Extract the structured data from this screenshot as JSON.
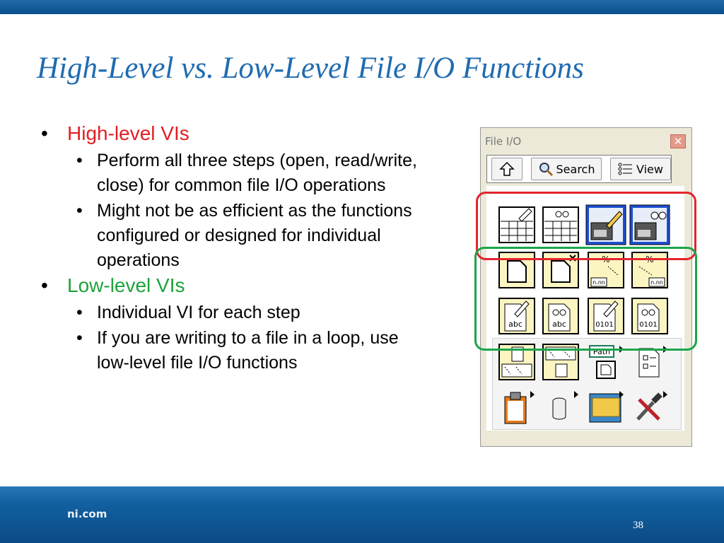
{
  "slide": {
    "title": "High-Level vs. Low-Level File I/O Functions",
    "footer_logo": "ni.com",
    "page_number": "38"
  },
  "bullets": [
    {
      "label": "High-level VIs",
      "color": "#e31e24",
      "sub": [
        "Perform all three steps (open, read/write, close) for common file I/O operations",
        "Might not be as efficient as the functions configured or designed for individual operations"
      ]
    },
    {
      "label": "Low-level VIs",
      "color": "#1fa23a",
      "sub": [
        "Individual VI for each step",
        "If you are writing to a file in a loop, use low-level file I/O functions"
      ]
    }
  ],
  "palette": {
    "title": "File I/O",
    "close_label": "✕",
    "toolbar": {
      "up_icon": "up-arrow-icon",
      "search_label": "Search",
      "view_label": "View"
    },
    "icon_rows": [
      [
        "write-spreadsheet-icon",
        "read-spreadsheet-icon",
        "write-measurement-file-icon",
        "read-measurement-file-icon"
      ],
      [
        "open-create-file-icon",
        "close-file-icon",
        "format-into-file-icon",
        "scan-from-file-icon"
      ],
      [
        "write-text-file-icon",
        "read-text-file-icon",
        "write-binary-file-icon",
        "read-binary-file-icon"
      ],
      [
        "array-to-spreadsheet-icon",
        "spreadsheet-to-array-icon",
        "file-constants-icon",
        "config-file-icon"
      ],
      [
        "storage-icon",
        "datalog-icon",
        "advanced-file-functions-icon",
        "file-tools-icon"
      ]
    ],
    "path_label": "Path",
    "text_abc": "abc",
    "text_binary": "0101",
    "text_nnn": "n.nn",
    "text_pct": "%"
  }
}
